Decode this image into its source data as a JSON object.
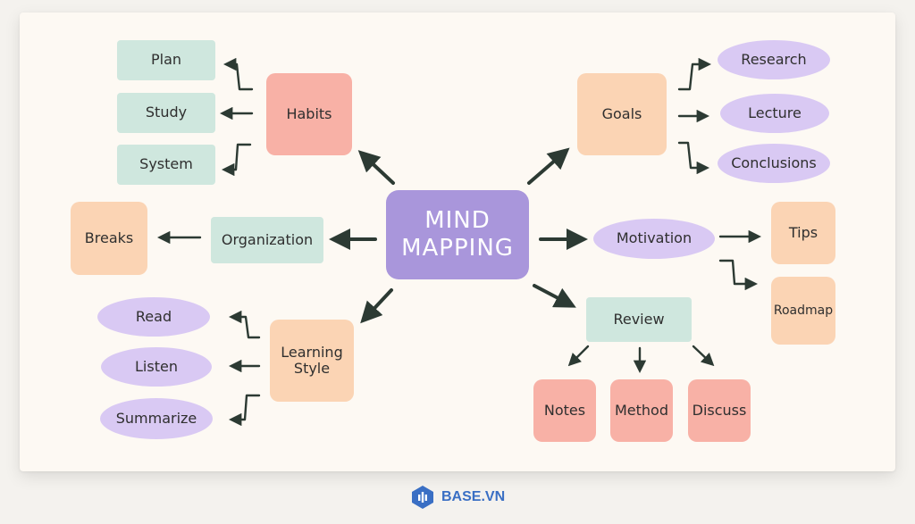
{
  "center": {
    "line1": "MIND",
    "line2": "MAPPING"
  },
  "habits": {
    "label": "Habits",
    "children": [
      "Plan",
      "Study",
      "System"
    ]
  },
  "goals": {
    "label": "Goals",
    "children": [
      "Research",
      "Lecture",
      "Conclusions"
    ]
  },
  "organization": {
    "label": "Organization",
    "children": [
      "Breaks"
    ]
  },
  "motivation": {
    "label": "Motivation",
    "children": [
      "Tips",
      "Roadmap"
    ]
  },
  "learning_style": {
    "label_line1": "Learning",
    "label_line2": "Style",
    "children": [
      "Read",
      "Listen",
      "Summarize"
    ]
  },
  "review": {
    "label": "Review",
    "children": [
      "Notes",
      "Method",
      "Discuss"
    ]
  },
  "brand": {
    "name": "BASE.VN"
  },
  "colors": {
    "center": "#a996db",
    "mint": "#cfe7de",
    "salmon": "#f8b1a6",
    "peach": "#fbd4b4",
    "lilac": "#d9c9f3",
    "arrow": "#2c3a33",
    "brand": "#3a6fc4"
  }
}
